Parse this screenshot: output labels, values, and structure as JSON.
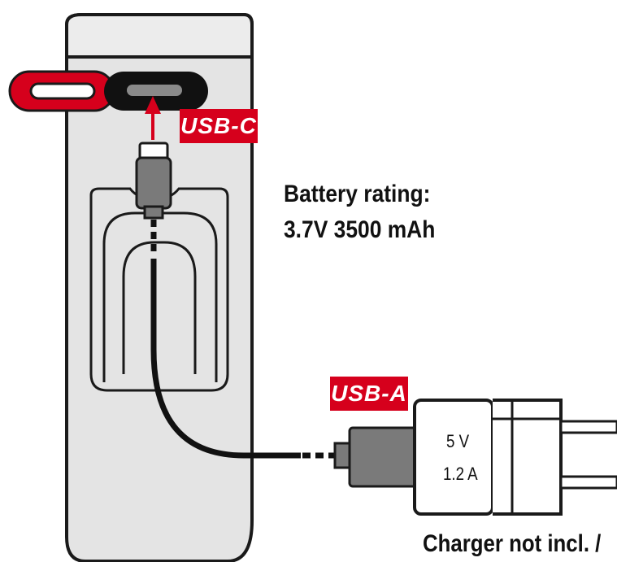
{
  "tags": {
    "usb_c": "USB-C",
    "usb_a": "USB-A"
  },
  "battery": {
    "line1": "Battery rating:",
    "line2": "3.7V 3500 mAh"
  },
  "charger": {
    "voltage": "5 V",
    "current": "1.2 A",
    "note": "Charger not incl. /"
  },
  "colors": {
    "accent_red": "#d6001c",
    "body_gray": "#e4e4e4",
    "outline": "#1a1a1a",
    "plug_gray": "#7a7a7a"
  }
}
